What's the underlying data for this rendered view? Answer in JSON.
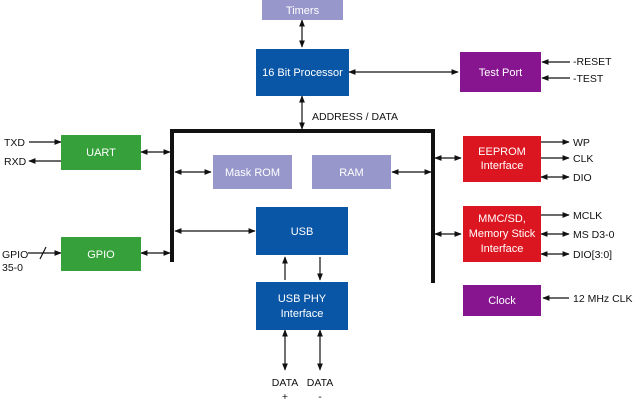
{
  "colors": {
    "blue": "#0a56a6",
    "lavender": "#9797cb",
    "purple": "#86158f",
    "red": "#dc1620",
    "green": "#36a13b",
    "line": "#111111"
  },
  "blocks": {
    "timers": {
      "label": "Timers"
    },
    "processor": {
      "label": "16 Bit Processor"
    },
    "test_port": {
      "label": "Test Port"
    },
    "eeprom": {
      "line1": "EEPROM",
      "line2": "Interface"
    },
    "mmc": {
      "line1": "MMC/SD,",
      "line2": "Memory Stick",
      "line3": "Interface"
    },
    "clock": {
      "label": "Clock"
    },
    "uart": {
      "label": "UART"
    },
    "gpio": {
      "label": "GPIO"
    },
    "mask_rom": {
      "label": "Mask ROM"
    },
    "ram": {
      "label": "RAM"
    },
    "usb": {
      "label": "USB"
    },
    "usb_phy": {
      "line1": "USB PHY",
      "line2": "Interface"
    }
  },
  "signals": {
    "address_data": "ADDRESS / DATA",
    "reset": "-RESET",
    "test": "-TEST",
    "wp": "WP",
    "clk": "CLK",
    "dio": "DIO",
    "mclk": "MCLK",
    "ms_d": "MS D3-0",
    "dio_bus": "DIO[3:0]",
    "clk_12mhz": "12 MHz CLK",
    "txd": "TXD",
    "rxd": "RXD",
    "gpio_line1": "GPIO",
    "gpio_line2": "35-0",
    "data_plus_line1": "DATA",
    "data_plus_line2": "+",
    "data_minus_line1": "DATA",
    "data_minus_line2": "-"
  }
}
